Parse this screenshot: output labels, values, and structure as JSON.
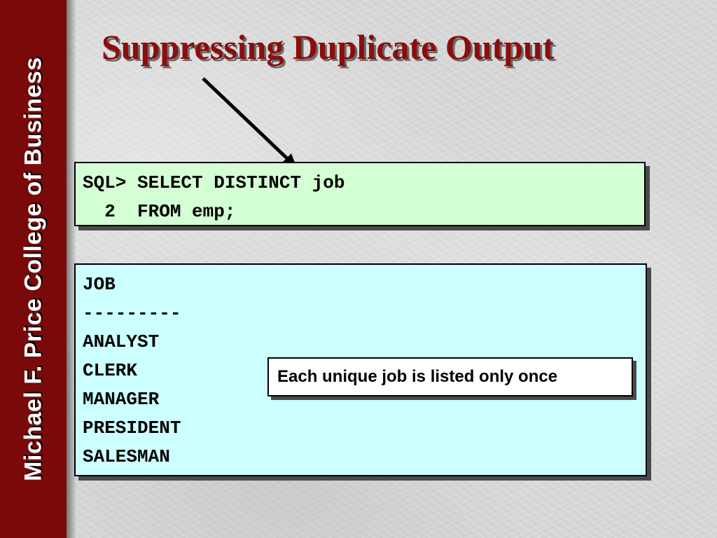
{
  "sidebar": {
    "text": "Michael F. Price College of Business"
  },
  "title": "Suppressing Duplicate Output",
  "sql": {
    "lines": [
      "SQL> SELECT DISTINCT job",
      "  2  FROM emp;"
    ]
  },
  "result": {
    "header": "JOB",
    "separator": "---------",
    "rows": [
      "ANALYST",
      "CLERK",
      "MANAGER",
      "PRESIDENT",
      "SALESMAN"
    ]
  },
  "callout": {
    "text": "Each unique job is listed only once"
  },
  "colors": {
    "band": "#7a0a0a",
    "title": "#8b0d0d",
    "sql_box": "#d4ffd4",
    "result_box": "#ccffff"
  }
}
